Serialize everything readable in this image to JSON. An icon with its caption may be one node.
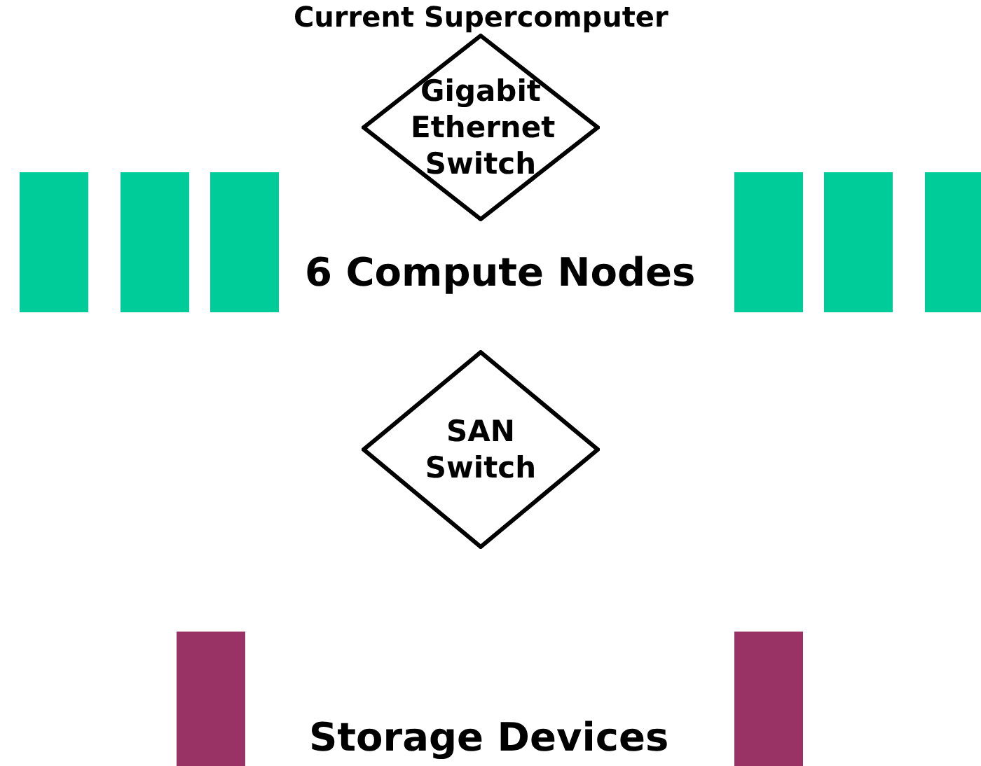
{
  "diagram": {
    "title": "Current Supercomputer",
    "nodes": [
      {
        "text": [
          "Gigabit Ethernet Switch"
        ]
      },
      {
        "text": [],
        "shape": "bar"
      },
      {
        "text": [],
        "shape": "bar"
      },
      {
        "text": [],
        "shape": "bar"
      },
      {
        "text": [],
        "shape": "bar"
      },
      {
        "text": [],
        "shape": "bar"
      },
      {
        "text": [],
        "shape": "bar"
      },
      {
        "text": [
          "SAN Switch"
        ]
      },
      {
        "text": [],
        "shape": "bar"
      },
      {
        "text": [],
        "shape": "bar"
      }
    ],
    "edges": [],
    "labels": [
      "6 Compute Nodes",
      "Storage Devices"
    ]
  }
}
